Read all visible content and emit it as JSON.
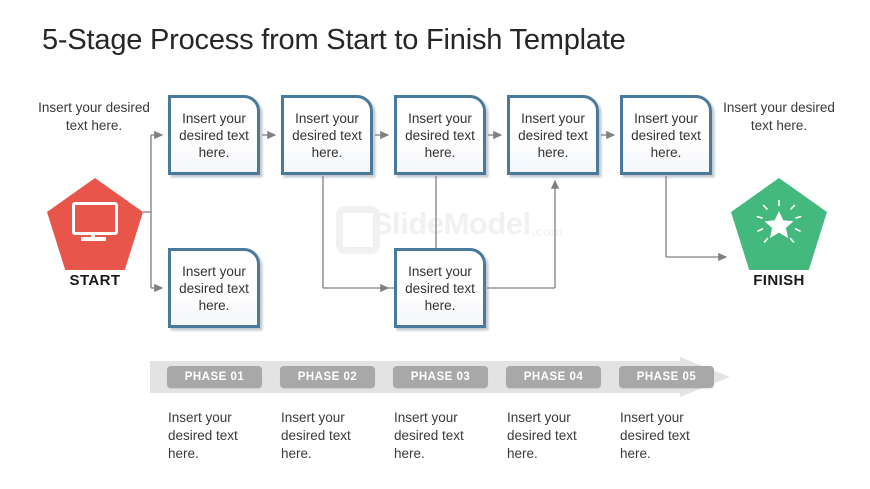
{
  "slide": {
    "title": "5-Stage Process from Start to Finish Template",
    "watermark": {
      "brand": "SlideModel",
      "tld": ".com"
    }
  },
  "colors": {
    "start_fill": "#e8554a",
    "finish_fill": "#44b97e",
    "box_border": "#4a7a9b",
    "phase_pill": "#a8a8a8",
    "phase_bar": "#e3e3e3",
    "text": "#333333"
  },
  "start_node": {
    "label": "START",
    "caption": "Insert your desired text here.",
    "icon": "monitor-icon"
  },
  "finish_node": {
    "label": "FINISH",
    "caption": "Insert your desired text here.",
    "icon": "sparkle-star-icon"
  },
  "top_boxes": [
    {
      "text": "Insert your desired text here."
    },
    {
      "text": "Insert your desired text here."
    },
    {
      "text": "Insert your desired text here."
    },
    {
      "text": "Insert your desired text here."
    },
    {
      "text": "Insert your desired text here."
    }
  ],
  "bottom_boxes": [
    {
      "text": "Insert your desired text here."
    },
    {
      "text": "Insert your desired text here."
    }
  ],
  "phases": [
    {
      "label": "PHASE 01",
      "caption": "Insert your desired text here."
    },
    {
      "label": "PHASE 02",
      "caption": "Insert your desired text here."
    },
    {
      "label": "PHASE 03",
      "caption": "Insert your desired text here."
    },
    {
      "label": "PHASE 04",
      "caption": "Insert your desired text here."
    },
    {
      "label": "PHASE 05",
      "caption": "Insert your desired text here."
    }
  ]
}
